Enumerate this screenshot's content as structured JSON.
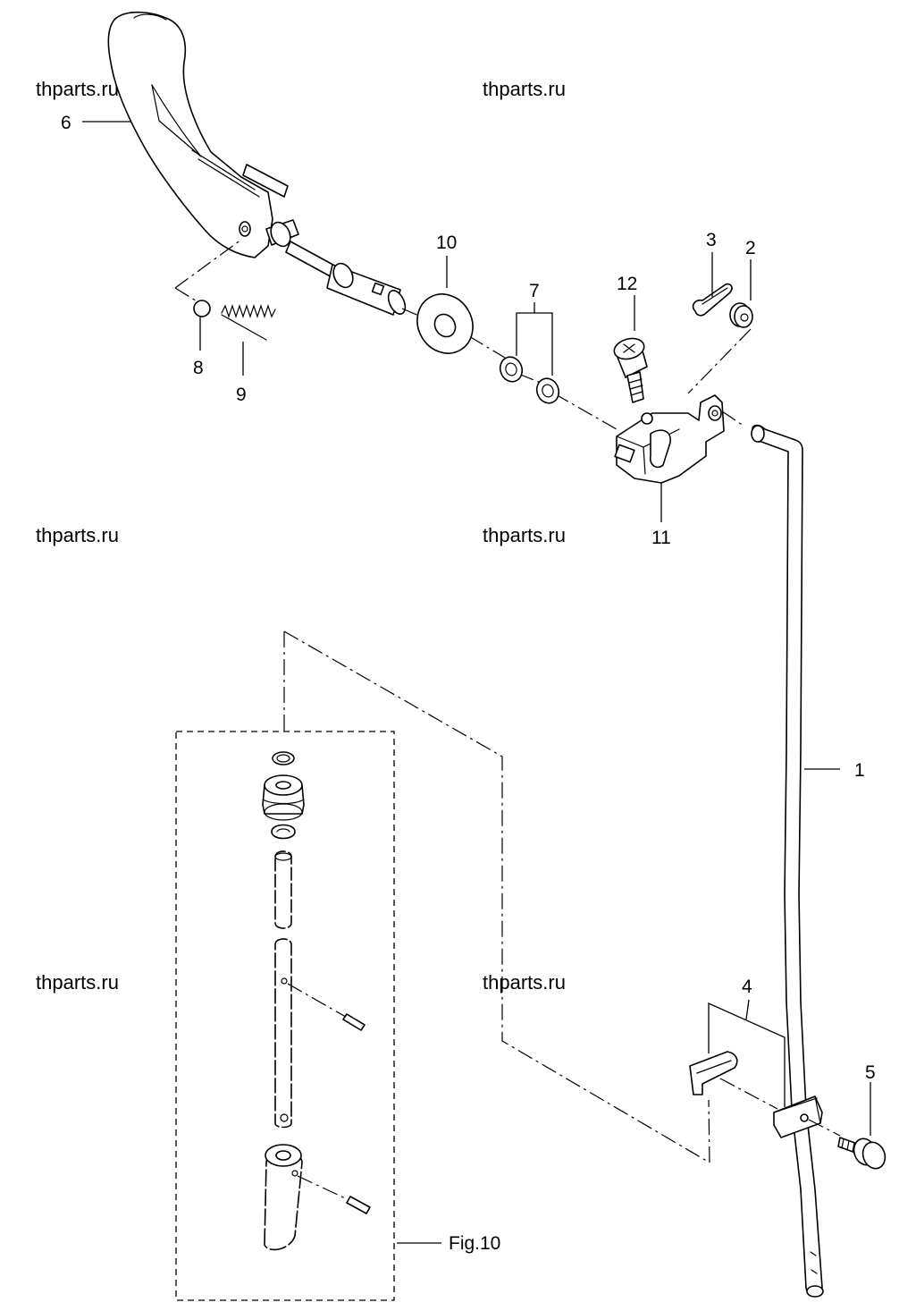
{
  "watermarks": [
    "thparts.ru",
    "thparts.ru",
    "thparts.ru",
    "thparts.ru",
    "thparts.ru",
    "thparts.ru"
  ],
  "callouts": {
    "c1": "1",
    "c2": "2",
    "c3": "3",
    "c4": "4",
    "c5": "5",
    "c6": "6",
    "c7": "7",
    "c8": "8",
    "c9": "9",
    "c10": "10",
    "c11": "11",
    "c12": "12"
  },
  "fig_reference": "Fig.10",
  "colors": {
    "line": "#000000",
    "background": "#ffffff"
  }
}
